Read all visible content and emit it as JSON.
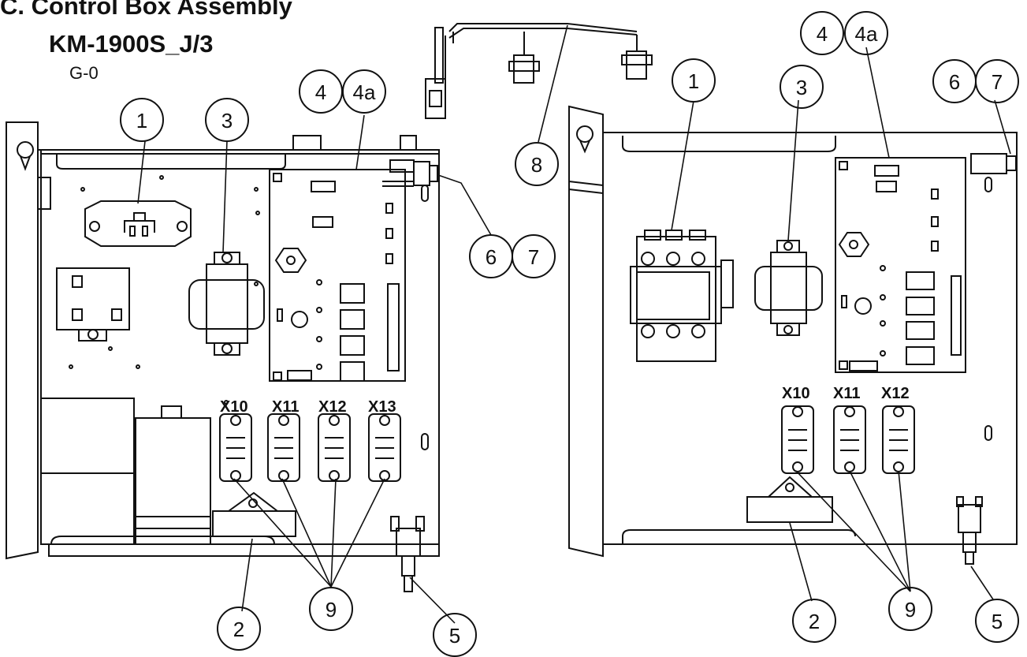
{
  "header": {
    "title": "C. Control Box Assembly",
    "model": "KM-1900S_J/3",
    "revision": "G-0"
  },
  "left_box": {
    "relay_labels": [
      "X10",
      "X11",
      "X12",
      "X13"
    ],
    "callouts": [
      "1",
      "3",
      "4",
      "4a",
      "6",
      "7",
      "2",
      "9",
      "5"
    ]
  },
  "harness": {
    "callouts": [
      "8"
    ]
  },
  "right_box": {
    "relay_labels": [
      "X10",
      "X11",
      "X12"
    ],
    "callouts": [
      "4",
      "4a",
      "1",
      "3",
      "6",
      "7",
      "2",
      "9",
      "5"
    ]
  }
}
